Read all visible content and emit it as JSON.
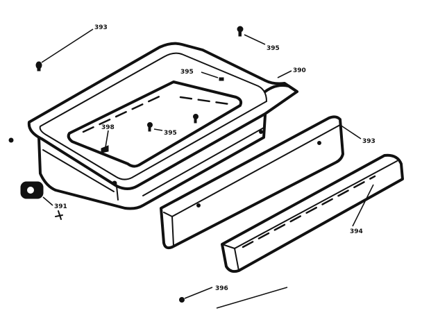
{
  "callouts": {
    "c1": "393",
    "c2": "395",
    "c3": "395",
    "c4": "390",
    "c5": "398",
    "c6": "395",
    "c7": "393",
    "c8": "391",
    "c9": "394",
    "c10": "396"
  },
  "colors": {
    "ink": "#111111",
    "paper": "#ffffff"
  }
}
